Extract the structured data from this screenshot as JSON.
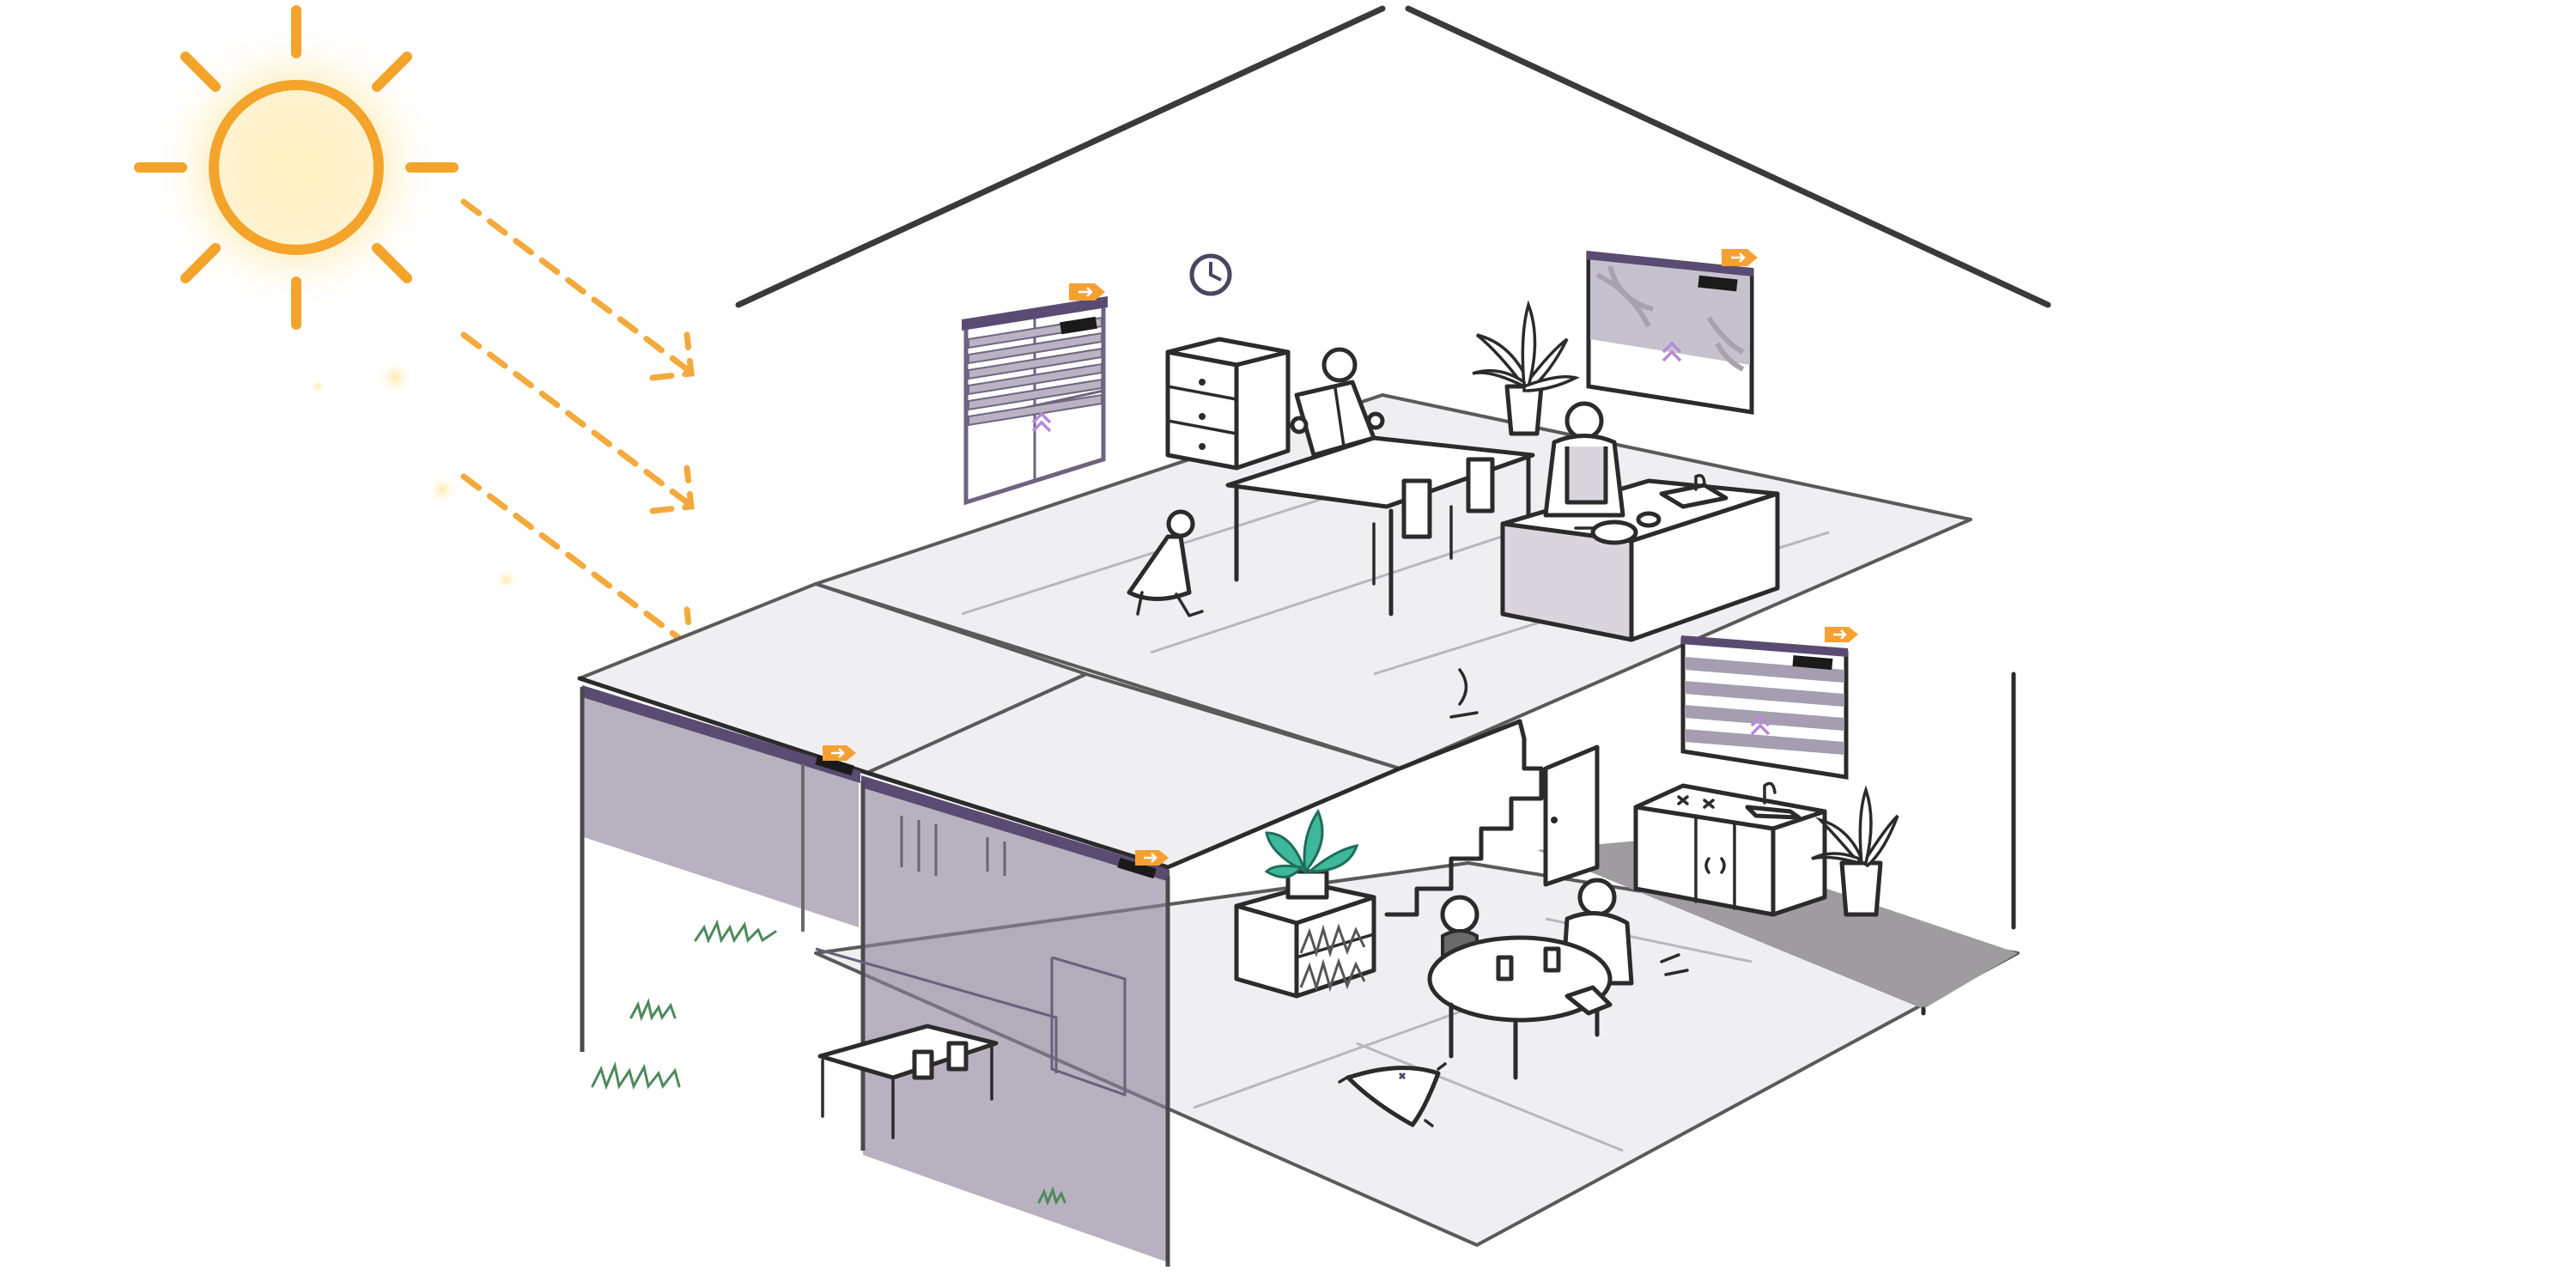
{
  "colors": {
    "sun": "#f4a42b",
    "shade": "#8c8399",
    "shade_bar": "#5a4b72",
    "motor_tag": "#f7a032",
    "floor": "#efeff1",
    "dark_floor": "#9e9c9e",
    "outline": "#2b2b2b",
    "plant": "#3fb79a"
  },
  "icons": [
    "sun-icon",
    "clock-icon",
    "motor-tag-icon",
    "chevron-up-icon",
    "potted-plant-icon"
  ],
  "blinds": [
    {
      "id": "upper-left-window",
      "type": "venetian"
    },
    {
      "id": "upper-right-window",
      "type": "roller"
    },
    {
      "id": "lower-window",
      "type": "zebra"
    },
    {
      "id": "patio-screen-left",
      "type": "exterior-screen"
    },
    {
      "id": "patio-screen-right",
      "type": "exterior-screen"
    }
  ]
}
